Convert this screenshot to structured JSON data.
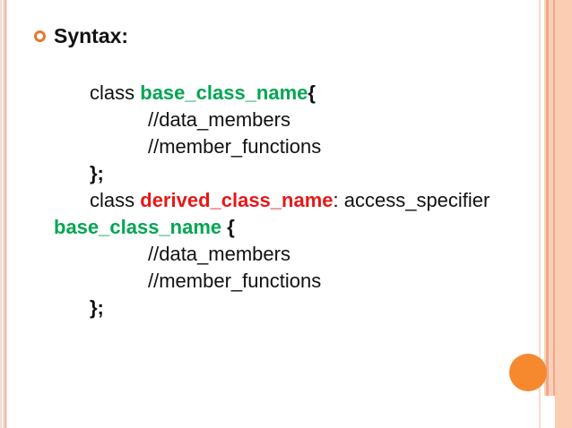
{
  "slide": {
    "title": "Syntax:"
  },
  "code": {
    "lines": [
      {
        "indent": 1,
        "segments": [
          {
            "text": "class ",
            "style": "plain"
          },
          {
            "text": "base_class_name",
            "style": "green"
          },
          {
            "text": "{",
            "style": "bold"
          }
        ]
      },
      {
        "indent": 2,
        "segments": [
          {
            "text": "//data_members",
            "style": "plain"
          }
        ]
      },
      {
        "indent": 2,
        "segments": [
          {
            "text": "//member_functions",
            "style": "plain"
          }
        ]
      },
      {
        "indent": 1,
        "segments": [
          {
            "text": "};",
            "style": "bold"
          }
        ]
      },
      {
        "indent": 1,
        "segments": [
          {
            "text": "class ",
            "style": "plain"
          },
          {
            "text": "derived_class_name",
            "style": "red"
          },
          {
            "text": ": access_specifier",
            "style": "plain"
          }
        ]
      },
      {
        "indent": 0,
        "segments": [
          {
            "text": "base_class_name",
            "style": "green"
          },
          {
            "text": " {",
            "style": "bold"
          }
        ]
      },
      {
        "indent": 2,
        "segments": [
          {
            "text": "//data_members",
            "style": "plain"
          }
        ]
      },
      {
        "indent": 2,
        "segments": [
          {
            "text": "//member_functions",
            "style": "plain"
          }
        ]
      },
      {
        "indent": 1,
        "segments": [
          {
            "text": "};",
            "style": "bold"
          }
        ]
      }
    ]
  },
  "colors": {
    "text": "#111111",
    "keyword_green": "#00A651",
    "keyword_red": "#E81717",
    "bullet_orange": "#E8772B",
    "circle_orange": "#F6882E",
    "stripe_pale": "#F6DCD3",
    "stripe_mid": "#EFBCAC",
    "stripe_light": "#FAD0BA",
    "stripe_dark": "#F3A888",
    "stripe_band": "#FBCDB2"
  }
}
